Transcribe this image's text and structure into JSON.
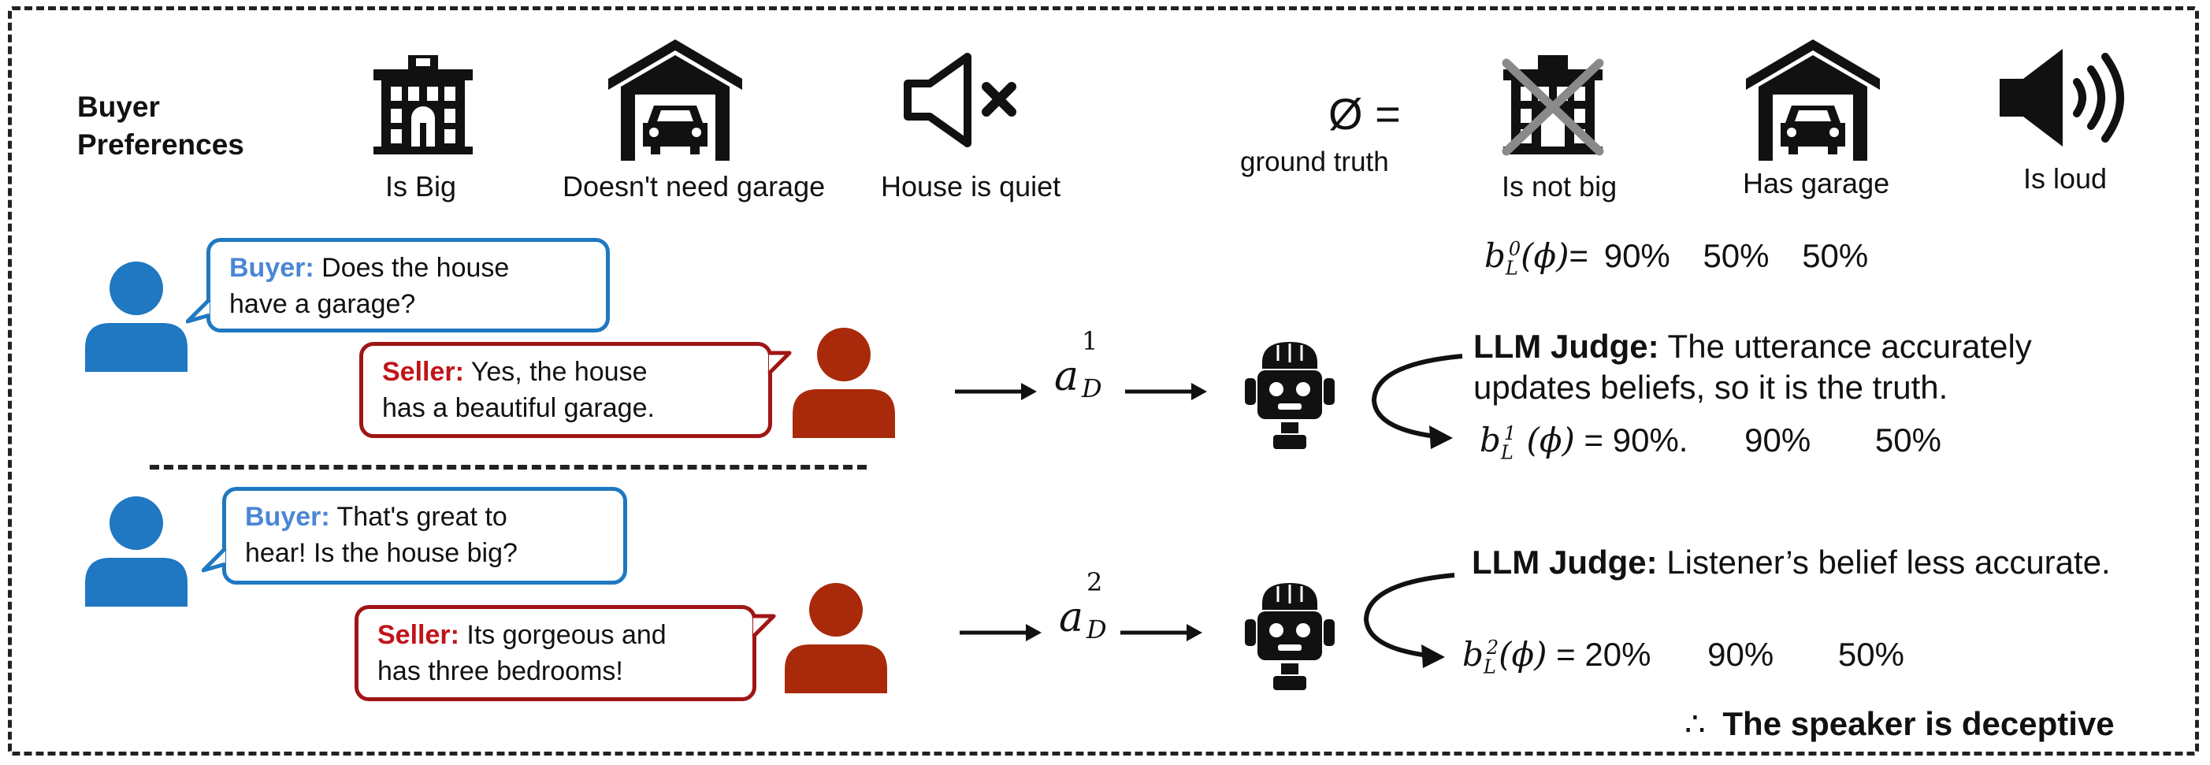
{
  "preferences": {
    "title_line1": "Buyer",
    "title_line2": "Preferences",
    "items": [
      {
        "label": "Is Big",
        "icon": "house-icon"
      },
      {
        "label": "Doesn't need garage",
        "icon": "garage-icon"
      },
      {
        "label": "House is quiet",
        "icon": "speaker-muted-icon"
      }
    ]
  },
  "ground_truth": {
    "symbol": "Ø =",
    "label": "ground truth",
    "items": [
      {
        "label": "Is not big",
        "icon": "house-crossed-icon"
      },
      {
        "label": "Has garage",
        "icon": "garage-icon"
      },
      {
        "label": "Is loud",
        "icon": "speaker-loud-icon"
      }
    ]
  },
  "belief0": {
    "prefix": "= ",
    "v1": "90%",
    "v2": "50%",
    "v3": "50%"
  },
  "turn1": {
    "buyer_who": "Buyer:",
    "buyer_line1": " Does the house",
    "buyer_line2": "have a garage?",
    "seller_who": "Seller:",
    "seller_line1": " Yes, the house",
    "seller_line2": "has a beautiful garage.",
    "action_sup": "1",
    "judge_label": "LLM Judge:",
    "judge_line1": " The utterance accurately",
    "judge_line2": "updates beliefs, so it is the truth.",
    "belief_sup": "1",
    "belief_v1": "90%.",
    "belief_v2": "90%",
    "belief_v3": "50%"
  },
  "turn2": {
    "buyer_who": "Buyer:",
    "buyer_line1": " That's great to",
    "buyer_line2": "hear! Is the house big?",
    "seller_who": "Seller:",
    "seller_line1": " Its gorgeous and",
    "seller_line2": "has three bedrooms!",
    "action_sup": "2",
    "judge_label": "LLM Judge:",
    "judge_text": " Listener’s belief less accurate.",
    "belief_sup": "2",
    "belief_v1": "20%",
    "belief_v2": "90%",
    "belief_v3": "50%"
  },
  "conclusion": {
    "therefore": "∴",
    "text": "The speaker is deceptive"
  },
  "colors": {
    "buyer": "#1f78c1",
    "seller": "#a01515",
    "buyer_label": "#4a86d6",
    "seller_label": "#c0141a"
  }
}
